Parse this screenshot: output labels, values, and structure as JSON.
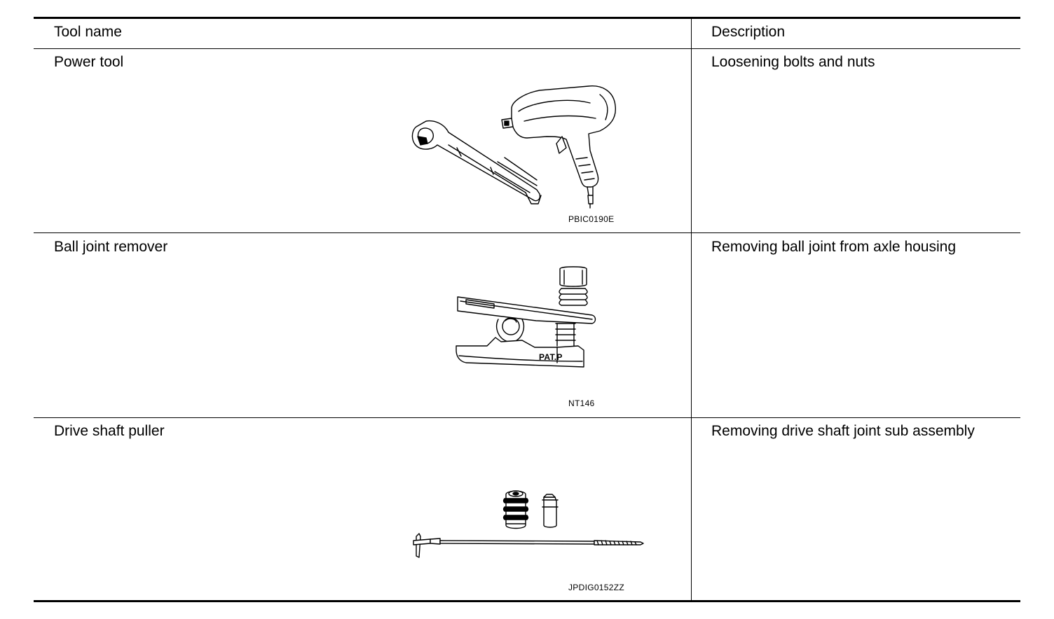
{
  "header": {
    "tool_name": "Tool name",
    "description": "Description"
  },
  "rows": [
    {
      "tool_name": "Power tool",
      "description": "Loosening bolts and nuts",
      "figure_code": "PBIC0190E",
      "icon": "power-tool-illustration"
    },
    {
      "tool_name": "Ball joint remover",
      "description": "Removing ball joint from axle housing",
      "figure_code": "NT146",
      "figure_label": "PAT.P",
      "icon": "ball-joint-remover-illustration"
    },
    {
      "tool_name": "Drive shaft puller",
      "description": "Removing drive shaft joint sub assembly",
      "figure_code": "JPDIG0152ZZ",
      "icon": "drive-shaft-puller-illustration"
    }
  ]
}
